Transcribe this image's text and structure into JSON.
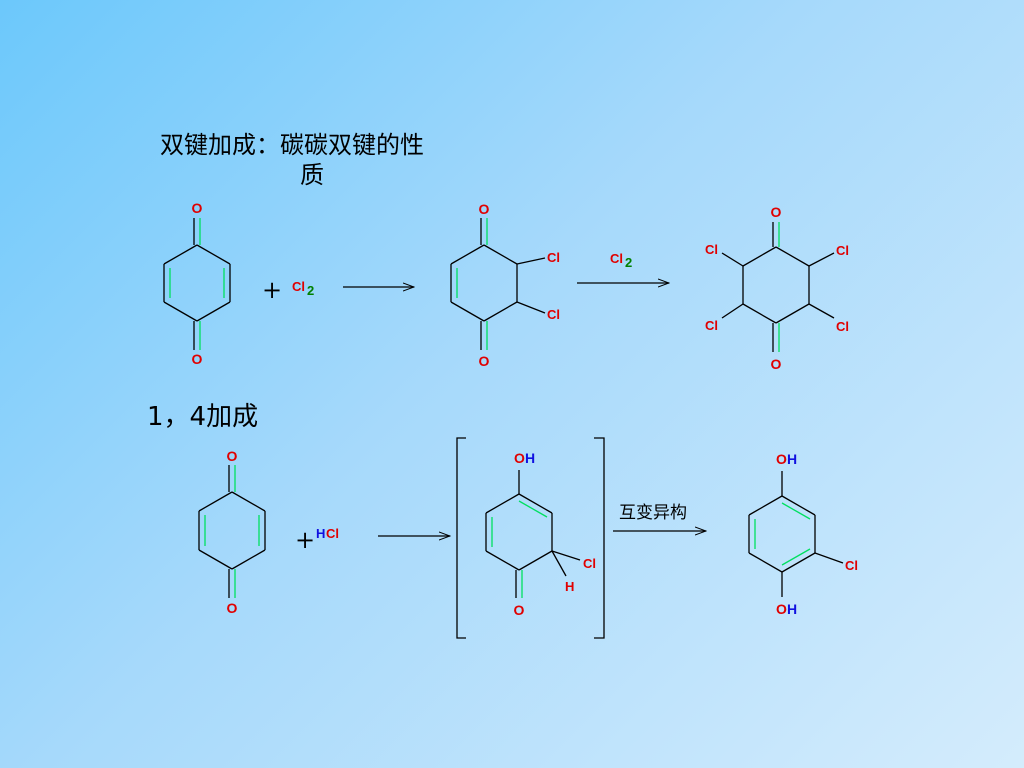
{
  "titles": {
    "addition_line1": "双键加成：碳碳双键的性",
    "addition_line2": "质",
    "addition_14": "1，4加成"
  },
  "atoms": {
    "O": "O",
    "Cl": "Cl",
    "H": "H",
    "subscript_2": "2"
  },
  "operators": {
    "plus": "+"
  },
  "reagents": {
    "hcl_h": "H",
    "hcl_cl": "Cl"
  },
  "conditions": {
    "tautomerization": "互变异构"
  },
  "colors": {
    "oxygen": "#e00000",
    "chlorine": "#e00000",
    "hydrogen": "#1010e0",
    "double_bond": "#00e060",
    "subscript": "#008000"
  }
}
